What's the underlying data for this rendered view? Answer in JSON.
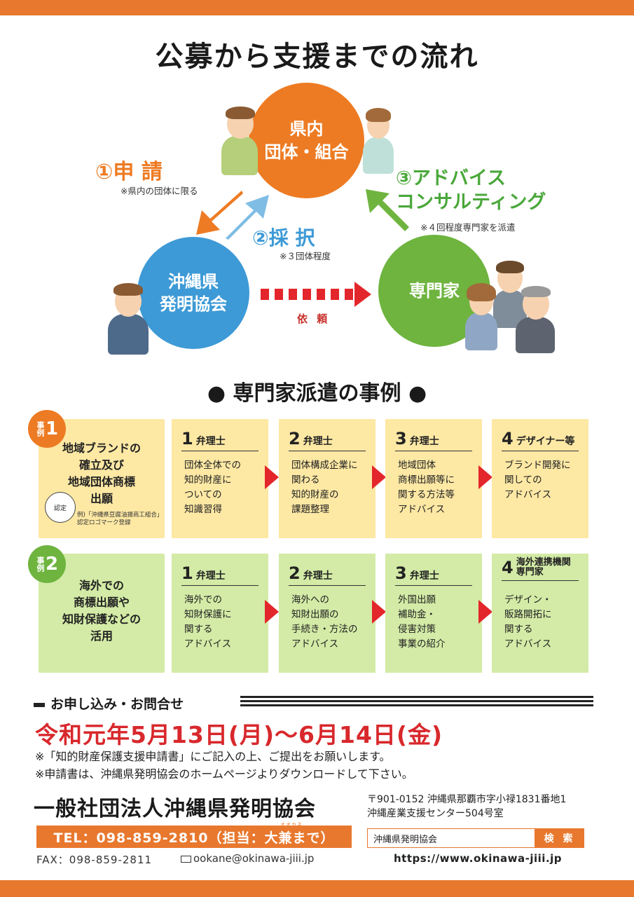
{
  "title": "公募から支援までの流れ",
  "flow": {
    "circle_top": "県内\n団体・組合",
    "circle_left": "沖縄県\n発明協会",
    "circle_right": "専門家",
    "step1_label": "①申 請",
    "step1_note": "※県内の団体に限る",
    "step2_label": "②採 択",
    "step2_note": "※３団体程度",
    "step3_label": "③アドバイス\nコンサルティング",
    "step3_note": "※４回程度専門家を派遣",
    "request_label": "依 頼"
  },
  "cases_title": "● 専門家派遣の事例 ●",
  "case1": {
    "badge_small": "事例",
    "badge_num": "1",
    "main_text": "地域ブランドの\n確立及び\n地域団体商標\n出願",
    "seal_text": "認定",
    "seal_caption": "例)「沖縄県豆腐油揚商工組合」\n認定ロゴマーク登録",
    "steps": [
      {
        "num": "1",
        "head": "弁理士",
        "body": "団体全体での\n知的財産に\nついての\n知識習得"
      },
      {
        "num": "2",
        "head": "弁理士",
        "body": "団体構成企業に\n関わる\n知的財産の\n課題整理"
      },
      {
        "num": "3",
        "head": "弁理士",
        "body": "地域団体\n商標出願等に\n関する方法等\nアドバイス"
      },
      {
        "num": "4",
        "head": "デザイナー等",
        "body": "ブランド開発に\n関しての\nアドバイス"
      }
    ]
  },
  "case2": {
    "badge_small": "事例",
    "badge_num": "2",
    "main_text": "海外での\n商標出願や\n知財保護などの\n活用",
    "steps": [
      {
        "num": "1",
        "head": "弁理士",
        "body": "海外での\n知財保護に\n関する\nアドバイス"
      },
      {
        "num": "2",
        "head": "弁理士",
        "body": "海外への\n知財出願の\n手続き・方法の\nアドバイス"
      },
      {
        "num": "3",
        "head": "弁理士",
        "body": "外国出願\n補助金・\n侵害対策\n事業の紹介"
      },
      {
        "num": "4",
        "head": "海外連携機関\n専門家",
        "body": "デザイン・\n販路開拓に\n関する\nアドバイス"
      }
    ]
  },
  "contact": {
    "heading": "お申し込み・お問合せ",
    "date": "令和元年5月13日(月)～6月14日(金)",
    "note1": "※「知的財産保護支援申請書」にご記入の上、ご提出をお願いします。",
    "note2": "※申請書は、沖縄県発明協会のホームページよりダウンロードして下さい。",
    "org": "一般社団法人沖縄県発明協会",
    "address1": "〒901-0152 沖縄県那覇市字小禄1831番地1",
    "address2": "沖縄産業支援センター504号室",
    "tel": "TEL：098-859-2810（担当：大兼まで）",
    "furigana": "オオカネ",
    "fax": "FAX：098-859-2811",
    "email": "ookane@okinawa-jiii.jp",
    "search_text": "沖縄県発明協会",
    "search_button": "検 索",
    "url": "https://www.okinawa-jiii.jp"
  },
  "colors": {
    "orange": "#ed7b23",
    "blue": "#3d9ad6",
    "green": "#6eb43f",
    "red": "#d8282c",
    "case1_bg": "#fde8a4",
    "case2_bg": "#d3eba6"
  }
}
